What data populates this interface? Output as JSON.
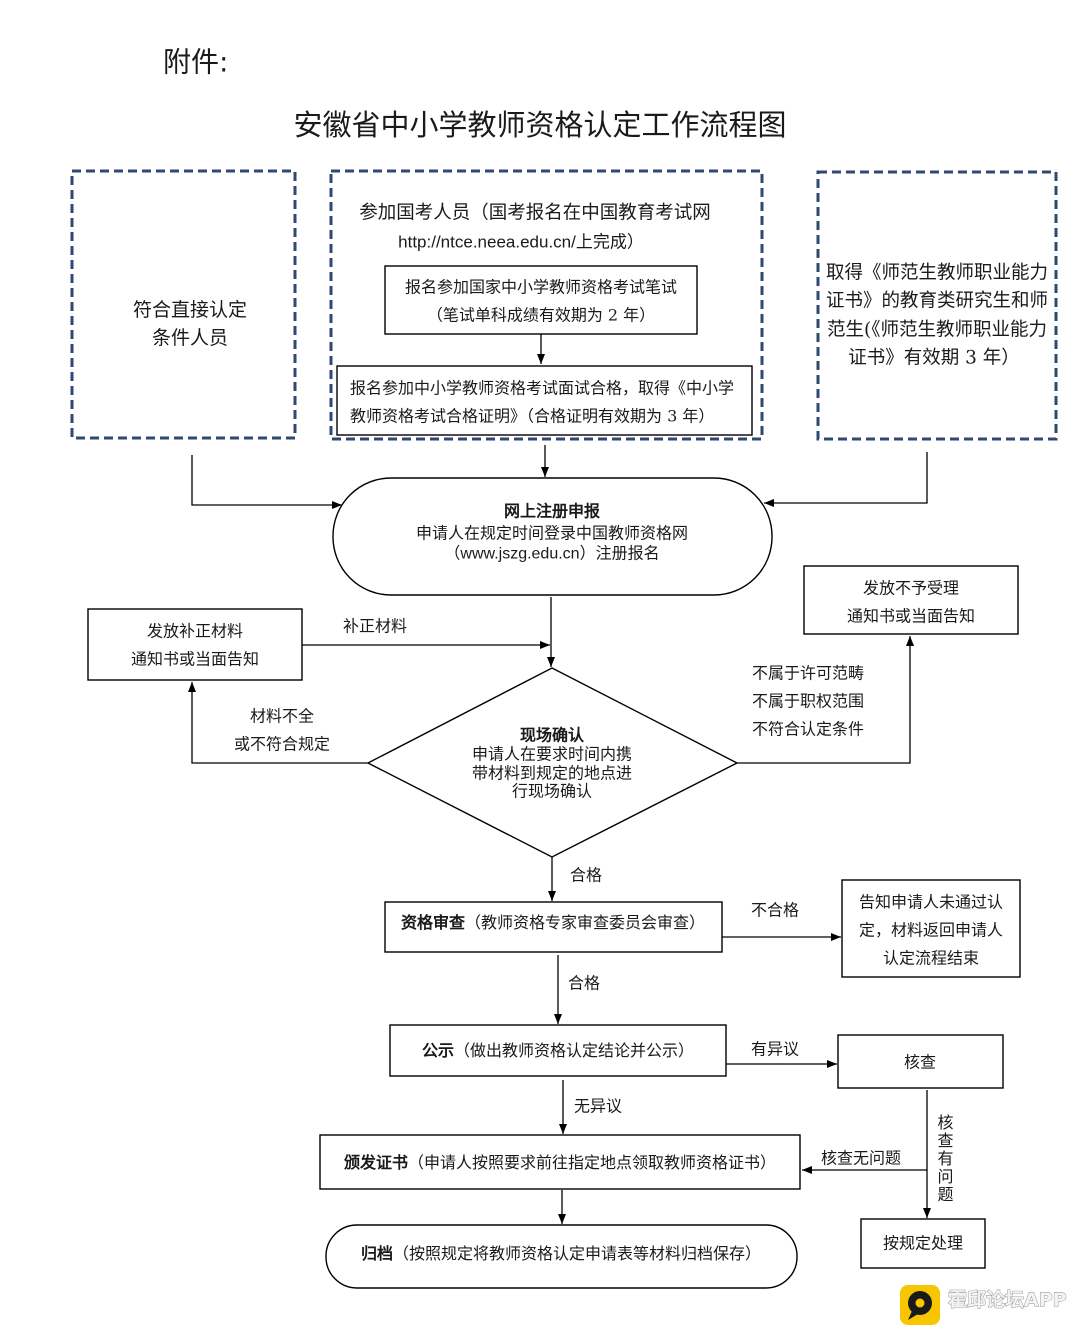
{
  "header": {
    "attachment_label": "附件:",
    "title": "安徽省中小学教师资格认定工作流程图"
  },
  "sources": {
    "direct": {
      "lines": [
        "符合直接认定",
        "条件人员"
      ]
    },
    "exam": {
      "intro": [
        "参加国考人员（国考报名在中国教育考试网",
        "http://ntce.neea.edu.cn/上完成）"
      ],
      "written_test": [
        "报名参加国家中小学教师资格考试笔试",
        "（笔试单科成绩有效期为 2 年）"
      ],
      "interview": [
        "报名参加中小学教师资格考试面试合格，取得《中小学",
        "教师资格考试合格证明》（合格证明有效期为 3 年）"
      ]
    },
    "normal_graduates": {
      "lines": [
        "取得《师范生教师职业能力",
        "证书》的教育类研究生和师",
        "范生(《师范生教师职业能力",
        "证书》有效期 3 年）"
      ]
    }
  },
  "online_registration": {
    "title": "网上注册申报",
    "lines": [
      "申请人在规定时间登录中国教师资格网",
      "（www.jszg.edu.cn）注册报名"
    ]
  },
  "supplement_notice": {
    "lines": [
      "发放补正材料",
      "通知书或当面告知"
    ],
    "edge_label": "补正材料"
  },
  "rejection_notice": {
    "lines": [
      "发放不予受理",
      "通知书或当面告知"
    ],
    "edge_labels": [
      "不属于许可范畴",
      "不属于职权范围",
      "不符合认定条件"
    ]
  },
  "onsite_confirmation": {
    "title": "现场确认",
    "lines": [
      "申请人在要求时间内携",
      "带材料到规定的地点进",
      "行现场确认"
    ],
    "incomplete_labels": [
      "材料不全",
      "或不符合规定"
    ],
    "pass_label": "合格"
  },
  "qualification_review": {
    "title": "资格审查",
    "detail": "（教师资格专家审查委员会审查）",
    "fail_label": "不合格",
    "pass_label": "合格"
  },
  "failure_notice": {
    "lines": [
      "告知申请人未通过认",
      "定，材料返回申请人",
      "认定流程结束"
    ]
  },
  "publicity": {
    "title": "公示",
    "detail": "（做出教师资格认定结论并公示）",
    "objection_label": "有异议",
    "no_objection_label": "无异议"
  },
  "verification": {
    "label": "核查",
    "ok_label": "核查无问题",
    "problem_label": "核查有问题"
  },
  "handle_per_rules": {
    "label": "按规定处理"
  },
  "certificate_issuance": {
    "title": "颁发证书",
    "detail": "（申请人按照要求前往指定地点领取教师资格证书）"
  },
  "archiving": {
    "title": "归档",
    "detail": "（按照规定将教师资格认定申请表等材料归档保存）"
  },
  "watermark": {
    "icon": "chat-bubble-icon",
    "text": "霍邱论坛APP"
  },
  "colors": {
    "dashed_border": "#2f4a72",
    "line": "#000000",
    "text": "#1a1a1a",
    "watermark_icon": "#f7c600"
  }
}
